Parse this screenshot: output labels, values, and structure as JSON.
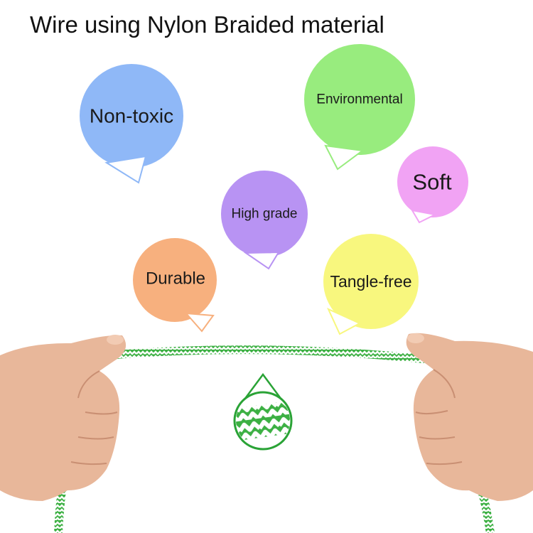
{
  "title": "Wire using Nylon Braided material",
  "bubbles": [
    {
      "id": "non-toxic",
      "label": "Non-toxic",
      "color": "#8fb8f7"
    },
    {
      "id": "environmental",
      "label": "Environmental",
      "color": "#98ec7e"
    },
    {
      "id": "soft",
      "label": "Soft",
      "color": "#f1a3f4"
    },
    {
      "id": "high-grade",
      "label": "High grade",
      "color": "#b893f3"
    },
    {
      "id": "durable",
      "label": "Durable",
      "color": "#f7b07e"
    },
    {
      "id": "tangle-free",
      "label": "Tangle-free",
      "color": "#f8f77e"
    }
  ],
  "cable_colors": {
    "primary": "#3cb043",
    "secondary": "#ffffff"
  },
  "skin_color": "#e8b79a"
}
